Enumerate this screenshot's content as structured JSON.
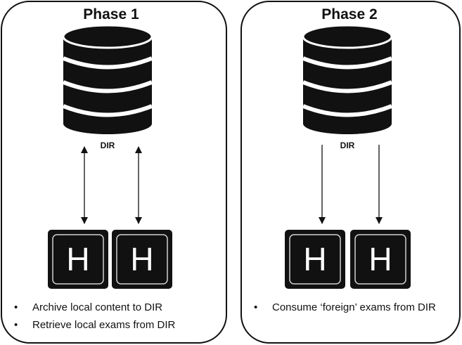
{
  "phase1": {
    "title": "Phase 1",
    "db_label": "DIR",
    "node_letter": "H",
    "bullets": [
      "Archive local content to DIR",
      "Retrieve local exams from DIR"
    ],
    "arrow_type": "bidirectional"
  },
  "phase2": {
    "title": "Phase 2",
    "db_label": "DIR",
    "node_letter": "H",
    "bullets": [
      "Consume ‘foreign’ exams from DIR"
    ],
    "arrow_type": "downward"
  },
  "bullet_symbol": "•",
  "icons": [
    "database-icon",
    "hospital-h-icon"
  ],
  "colors": {
    "stroke": "#111111",
    "node_fill": "#111111",
    "background": "#ffffff"
  }
}
